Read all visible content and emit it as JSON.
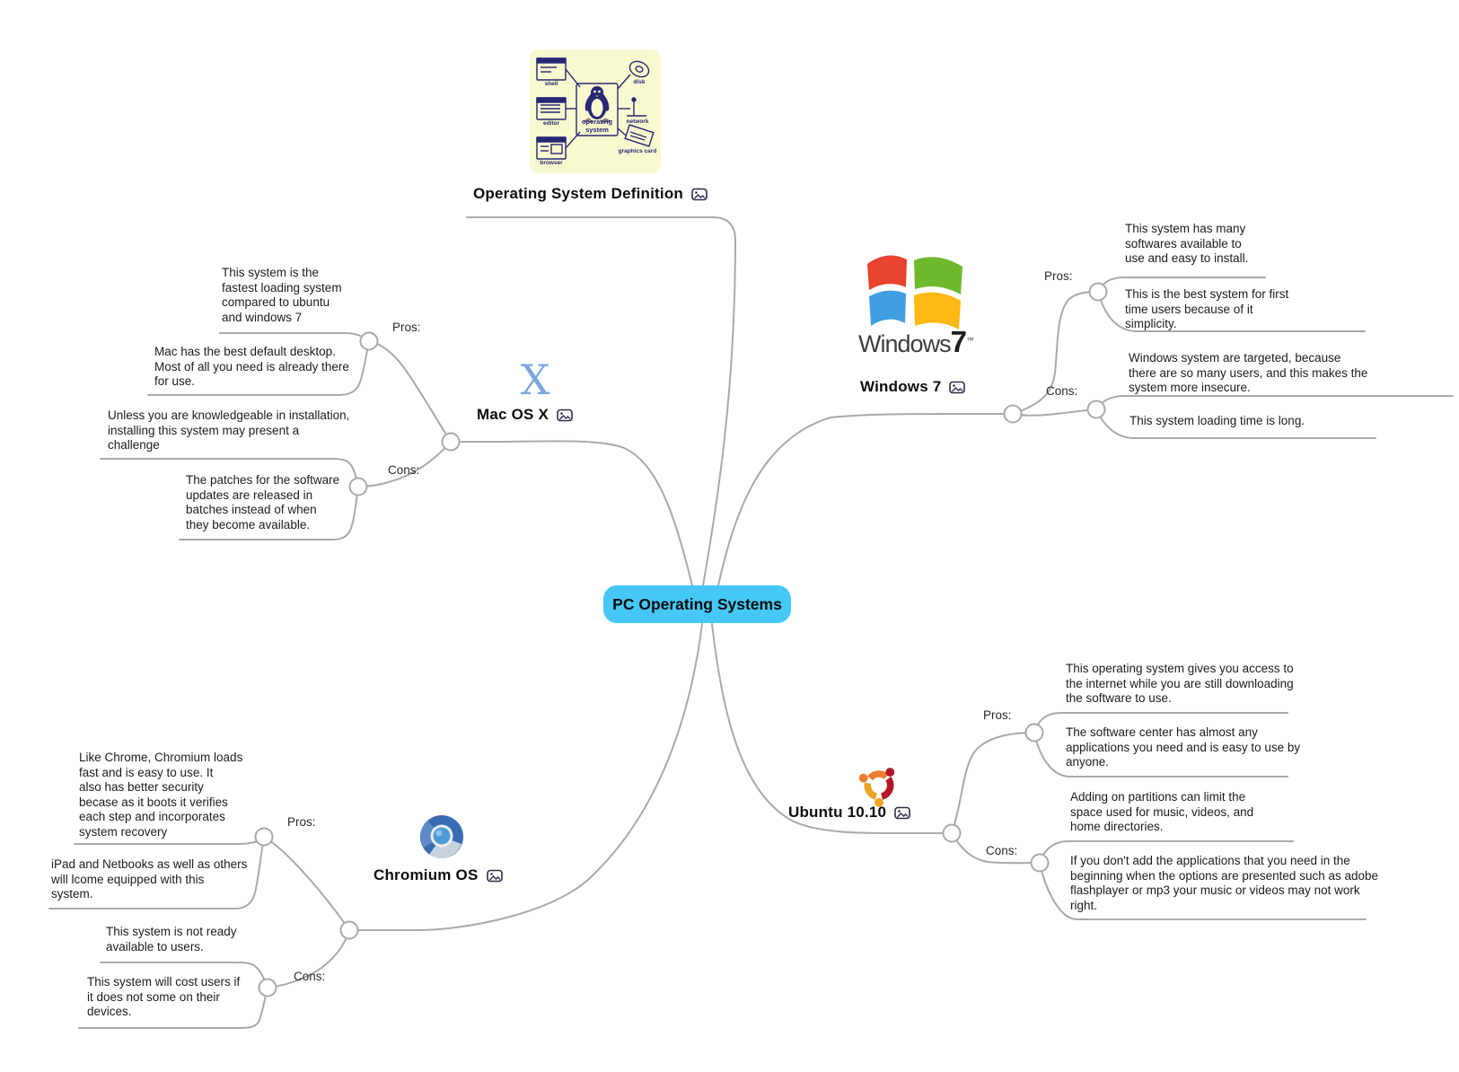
{
  "title": "PC Operating Systems",
  "labels": {
    "pros": "Pros:",
    "cons": "Cons:"
  },
  "accent_color": "#45c8f7",
  "line_color": "#a9a9a9",
  "definition_image": {
    "shell": "shell",
    "editor": "editor",
    "browser": "browser",
    "disk": "disk",
    "network": "network",
    "graphics": "graphics card",
    "center1": "operating",
    "center2": "system"
  },
  "branches": {
    "definition": {
      "label": "Operating System Definition"
    },
    "windows": {
      "label": "Windows 7",
      "logo_text": "Windows",
      "logo_seven": "7",
      "logo_tm": "™",
      "pros": [
        "This system has many\nsoftwares available to\nuse and easy to install.",
        "This is the best system for first\ntime users because of it\nsimplicity."
      ],
      "cons": [
        "Windows system are targeted, because\nthere are so many users, and this makes the\nsystem more insecure.",
        "This system loading time is long."
      ]
    },
    "mac": {
      "label": "Mac OS X",
      "logo_text": "X",
      "pros": [
        "This system is the\nfastest loading system\ncompared to ubuntu\nand windows 7",
        "Mac has the best default desktop.\nMost of all you need is already there\nfor use."
      ],
      "cons": [
        "Unless you are knowledgeable in installation,\ninstalling this system may present a\nchallenge",
        "The patches for the software\nupdates are released in\nbatches instead of when\nthey become available."
      ]
    },
    "ubuntu": {
      "label": "Ubuntu 10.10",
      "pros": [
        "This operating system gives you access to\nthe internet while you are still downloading\nthe software to use.",
        "The software center has almost any\napplications you need and is easy to use by\nanyone."
      ],
      "cons": [
        "Adding on partitions can limit the\n space used for music, videos, and\nhome directories.",
        "If you don't add the applications that you need in the\nbeginning when the options are presented such as adobe\nflashplayer or mp3 your music or videos may not work\nright."
      ]
    },
    "chromium": {
      "label": "Chromium OS",
      "pros": [
        "Like Chrome, Chromium loads\nfast and is easy to use. It\nalso has better security\nbecase as it boots it verifies\neach step and incorporates\nsystem recovery",
        "iPad and Netbooks as well as others\nwill lcome equipped with this\nsystem."
      ],
      "cons": [
        "This system is not ready\navailable to users.",
        "This system will cost users if\nit does not some on their\ndevices."
      ]
    }
  }
}
